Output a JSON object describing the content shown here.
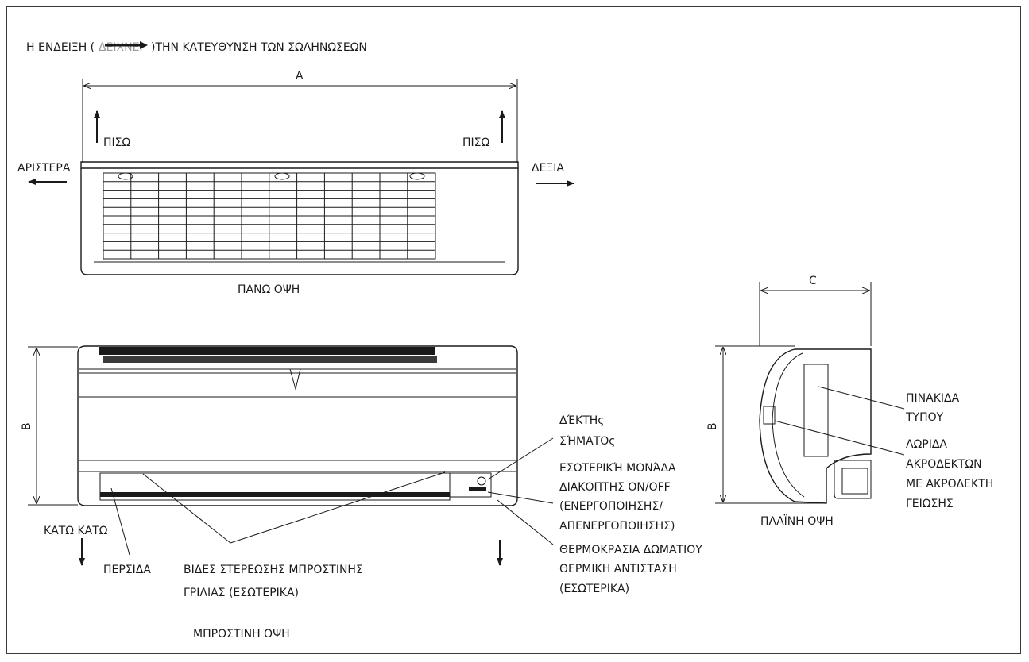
{
  "header": {
    "prefix": "Η ΕΝΔΕΙΞΗ (",
    "hidden_word": "ΔΕΙΧΝΕΙ",
    "suffix": ")ΤΗΝ ΚΑΤΕΥΘΥΝΣΗ ΤΩΝ ΣΩΛΗΝΩΣΕΩΝ"
  },
  "top_view": {
    "dimension": "A",
    "back_left": "ΠΙΣΩ",
    "back_right": "ΠΙΣΩ",
    "left": "ΑΡΙΣΤΕΡΑ",
    "right": "ΔΕΞΙΑ",
    "caption": "ΠΑΝΩ ΟΨΗ"
  },
  "front_view": {
    "dimension": "B",
    "bottom": "ΚΑΤΩ ΚΑΤΩ",
    "louver": "ΠΕΡΣΙΔΑ",
    "grille_screws_1": "ΒΙΔΕΣ ΣΤΕΡΕΩΣΗΣ ΜΠΡΟΣΤΙΝΗΣ",
    "grille_screws_2": "ΓΡΙΛΙΑΣ (ΕΣΩΤΕΡΙΚΑ)",
    "receiver_1": "ΔΈΚΤΗς",
    "receiver_2": "ΣΉΜΑΤΟς",
    "switch_1": "ΕΣΩΤΕΡΙΚΉ ΜΟΝΆΔΑ",
    "switch_2": "ΔΙΑΚΟΠΤΗΣ ON/OFF",
    "switch_3": "(ΕΝΕΡΓΟΠΟΙΗΣΗΣ/",
    "switch_4": "ΑΠΕΝΕΡΓΟΠΟΙΗΣΗΣ)",
    "thermistor_1": "ΘΕΡΜΟΚΡΑΣΙΑ ΔΩΜΑΤΙΟΥ",
    "thermistor_2": "ΘΕΡΜΙΚΗ ΑΝΤΙΣΤΑΣΗ",
    "thermistor_3": "(ΕΣΩΤΕΡΙΚΑ)",
    "caption": "ΜΠΡΟΣΤΙΝΗ ΟΨΗ"
  },
  "side_view": {
    "dimension_c": "C",
    "dimension_b": "B",
    "nameplate_1": "ΠΙΝΑΚΙΔΑ",
    "nameplate_2": "ΤΥΠΟΥ",
    "terminal_1": "ΛΩΡΙΔΑ",
    "terminal_2": "ΑΚΡΟΔΕΚΤΩΝ",
    "terminal_3": "ΜΕ ΑΚΡΟΔΕΚΤΗ",
    "terminal_4": "ΓΕΙΩΣΗΣ",
    "caption": "ΠΛΑΪΝΗ ΟΨΗ"
  }
}
